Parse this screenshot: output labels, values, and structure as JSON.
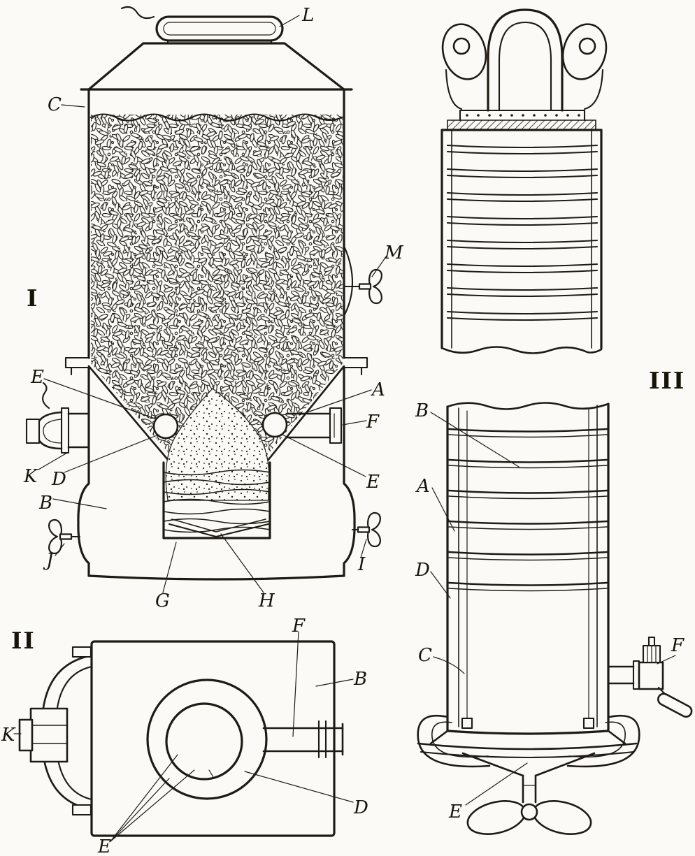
{
  "page": {
    "background_color": "#fbfaf6",
    "ink_color": "#1f1b14"
  },
  "figure_1": {
    "number": "I",
    "labels": {
      "l": "L",
      "c": "C",
      "m": "M",
      "e_left": "E",
      "a": "A",
      "f": "F",
      "k": "K",
      "d": "D",
      "e_right": "E",
      "b": "B",
      "j": "J",
      "g": "G",
      "h": "H",
      "i": "I"
    }
  },
  "figure_2": {
    "number": "II",
    "labels": {
      "f": "F",
      "b": "B",
      "k": "K",
      "d": "D",
      "e": "E"
    }
  },
  "figure_3": {
    "number": "III",
    "labels": {
      "b": "B",
      "a": "A",
      "d": "D",
      "c": "C",
      "f": "F",
      "e": "E"
    }
  }
}
